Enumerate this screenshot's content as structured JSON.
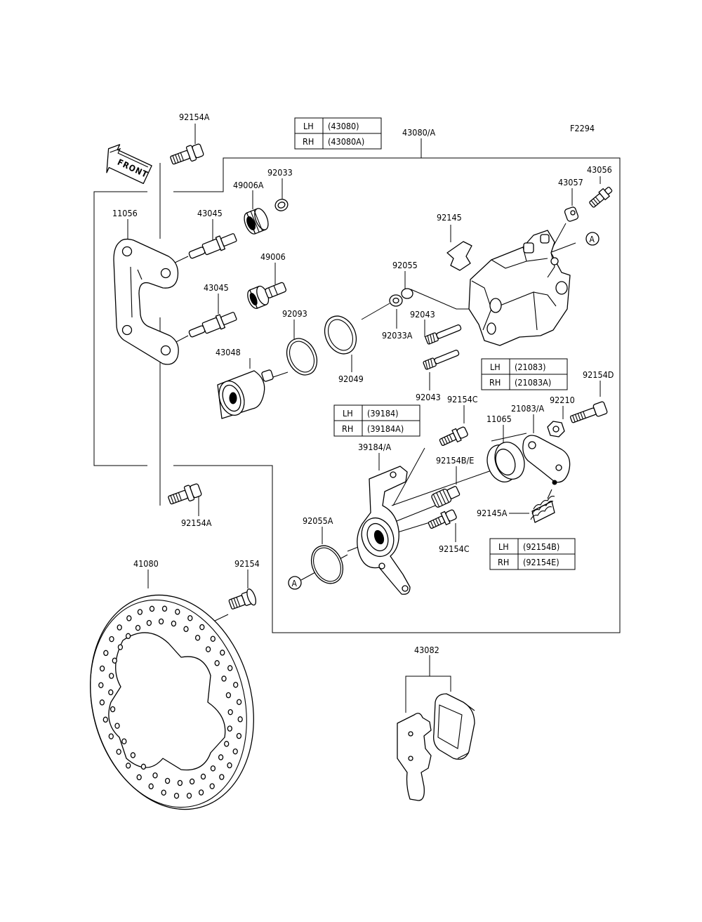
{
  "figure_code": "F2294",
  "front_label": "FRONT",
  "callout_letter": "A",
  "labels": {
    "p92154A_top": "92154A",
    "p43080A": "43080/A",
    "p92033": "92033",
    "p49006A": "49006A",
    "p43045_1": "43045",
    "p11056": "11056",
    "p49006": "49006",
    "p43045_2": "43045",
    "p92093": "92093",
    "p43048": "43048",
    "p92055": "92055",
    "p92033A": "92033A",
    "p92043_1": "92043",
    "p92049": "92049",
    "p92043_2": "92043",
    "p92145": "92145",
    "p43057": "43057",
    "p43056": "43056",
    "p92154D": "92154D",
    "p92210": "92210",
    "p21083A": "21083/A",
    "p92154C_1": "92154C",
    "p11065": "11065",
    "p39184A": "39184/A",
    "p92154BE": "92154B/E",
    "p92145A": "92145A",
    "p92055A": "92055A",
    "p92154C_2": "92154C",
    "p92154A_bot": "92154A",
    "p41080": "41080",
    "p92154": "92154",
    "p43082": "43082"
  },
  "tables": {
    "t43080": [
      [
        "LH",
        "(43080)"
      ],
      [
        "RH",
        "(43080A)"
      ]
    ],
    "t21083": [
      [
        "LH",
        "(21083)"
      ],
      [
        "RH",
        "(21083A)"
      ]
    ],
    "t39184": [
      [
        "LH",
        "(39184)"
      ],
      [
        "RH",
        "(39184A)"
      ]
    ],
    "t92154": [
      [
        "LH",
        "(92154B)"
      ],
      [
        "RH",
        "(92154E)"
      ]
    ]
  }
}
